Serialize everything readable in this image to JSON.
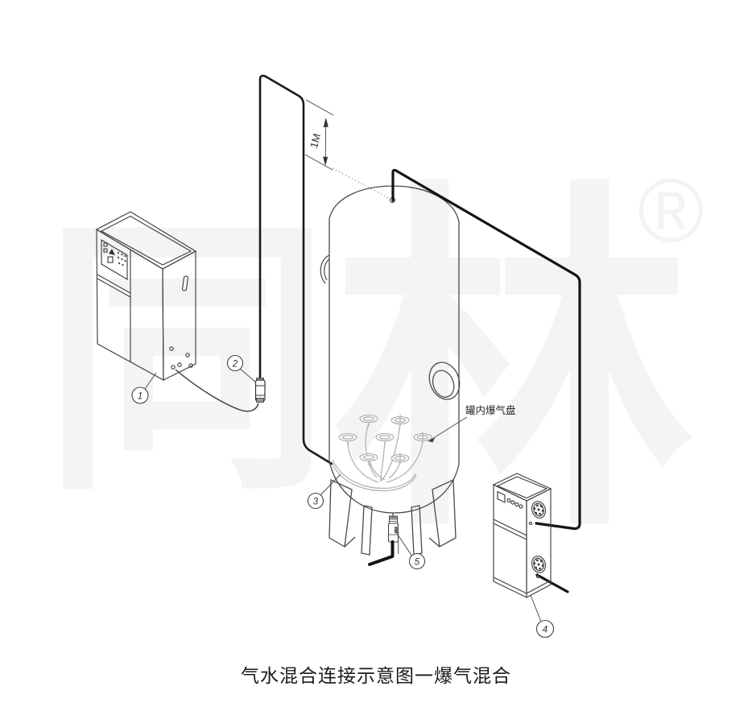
{
  "caption": "气水混合连接示意图一爆气混合",
  "watermark": {
    "char_left": "同",
    "char_right": "林",
    "registered_mark": "®"
  },
  "diagram": {
    "dimension_label": "1M",
    "tank_internal_label": "罐内爆气盘",
    "callouts": {
      "c1": "1",
      "c2": "2",
      "c3": "3",
      "c4": "4",
      "c5": "5"
    }
  },
  "colors": {
    "line": "#3f3f3f",
    "pipe": "#141414",
    "internal_gray": "#b3b3b3",
    "watermark": "#f3f4f6",
    "caption_text": "#1a1a1a"
  }
}
